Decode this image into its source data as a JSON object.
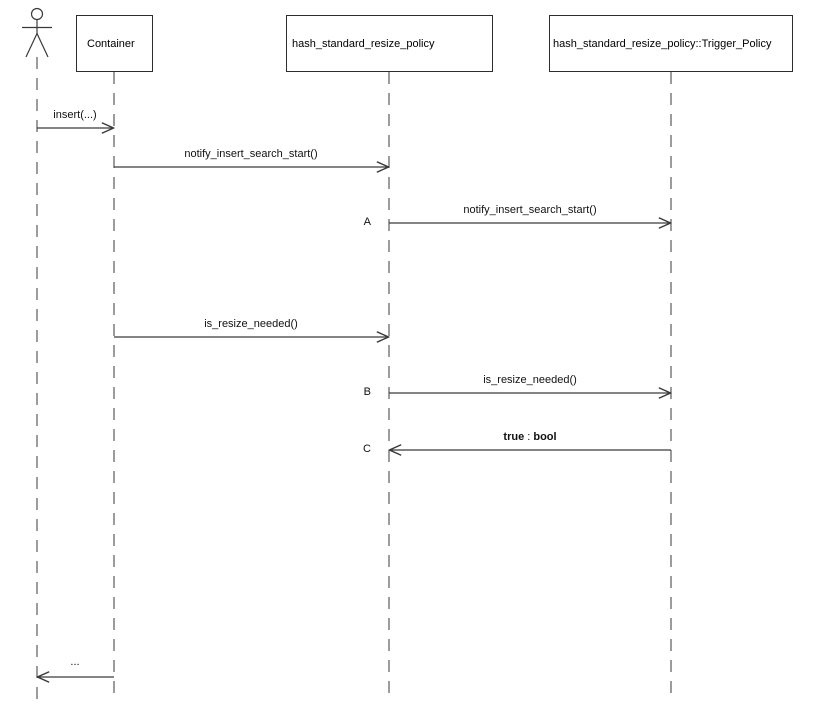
{
  "participants": [
    {
      "label": "Container"
    },
    {
      "label": "hash_standard_resize_policy"
    },
    {
      "label": "hash_standard_resize_policy::Trigger_Policy"
    }
  ],
  "messages": [
    {
      "label": "insert(...)"
    },
    {
      "label": "notify_insert_search_start()"
    },
    {
      "tag": "A",
      "label": "notify_insert_search_start()"
    },
    {
      "label": "is_resize_needed()"
    },
    {
      "tag": "B",
      "label": "is_resize_needed()"
    },
    {
      "tag": "C",
      "value": "true",
      "separator": " : ",
      "type": "bool"
    },
    {
      "label": "..."
    }
  ],
  "colors": {
    "background": "#ffffff",
    "box_border": "#2e2e2e",
    "arrow_line": "#3a3a3a",
    "lifeline": "#5a5a5a",
    "text": "#111111"
  }
}
